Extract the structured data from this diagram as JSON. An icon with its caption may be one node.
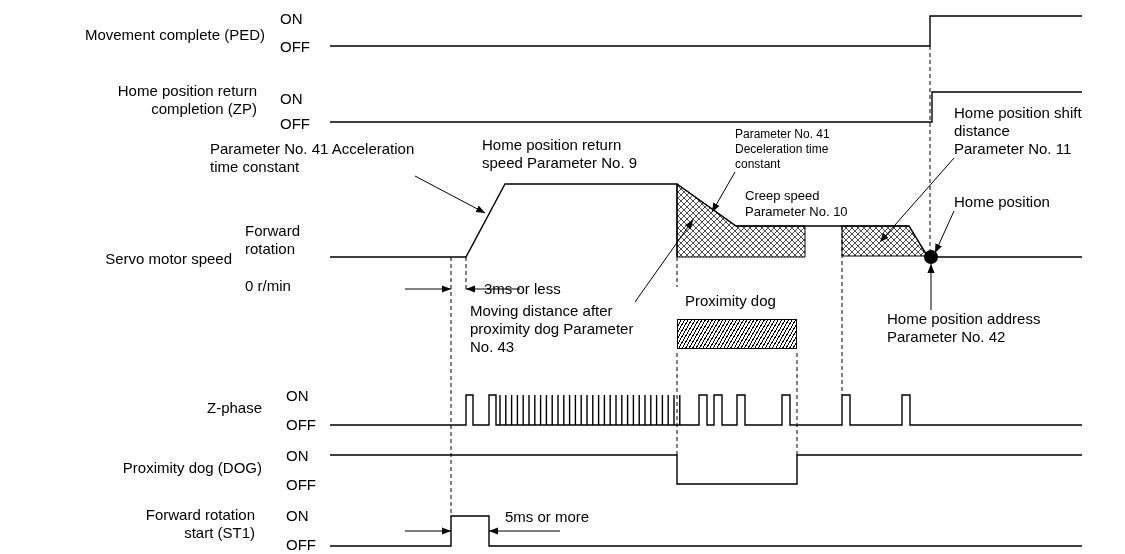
{
  "diagram": {
    "nodes": [
      {
        "text": [
          "Parameter No. 41 Acceleration time constant"
        ]
      },
      {
        "text": [
          "Parameter No. 41 Deceleration time constant"
        ]
      },
      {
        "text": [
          "Home position shift distance Parameter No. 11"
        ]
      },
      {
        "text": [
          "Home position"
        ]
      },
      {
        "text": [],
        "shape": "box"
      },
      {
        "text": [],
        "shape": "box"
      },
      {
        "text": [],
        "shape": "circle"
      },
      {
        "text": [
          "Moving distance after proximity dog Parameter No. 43"
        ]
      },
      {
        "text": [
          "Proximity dog"
        ]
      },
      {
        "text": [
          "Home position address Parameter No. 42"
        ]
      }
    ],
    "edges": [
      {
        "from": 0,
        "to": null,
        "arrow": "to"
      },
      {
        "from": 1,
        "to": 4,
        "arrow": "to"
      },
      {
        "from": 2,
        "to": 5,
        "arrow": "to"
      },
      {
        "from": 3,
        "to": 6,
        "arrow": "to"
      },
      {
        "from": 7,
        "to": 4,
        "arrow": "to"
      },
      {
        "from": 9,
        "to": 6,
        "arrow": "to"
      }
    ],
    "labels": [
      "Movement complete (PED)",
      "ON",
      "OFF",
      "Home position return completion (ZP)",
      "ON",
      "OFF",
      "Home position return speed Parameter No. 9",
      "Creep speed Parameter No. 10",
      "Servo motor speed",
      "Forward rotation",
      "0 r/min",
      "3ms or less",
      "Z-phase",
      "ON",
      "OFF",
      "Proximity dog (DOG)",
      "ON",
      "OFF",
      "Forward rotation start (ST1)",
      "ON",
      "OFF",
      "5ms or more"
    ]
  }
}
